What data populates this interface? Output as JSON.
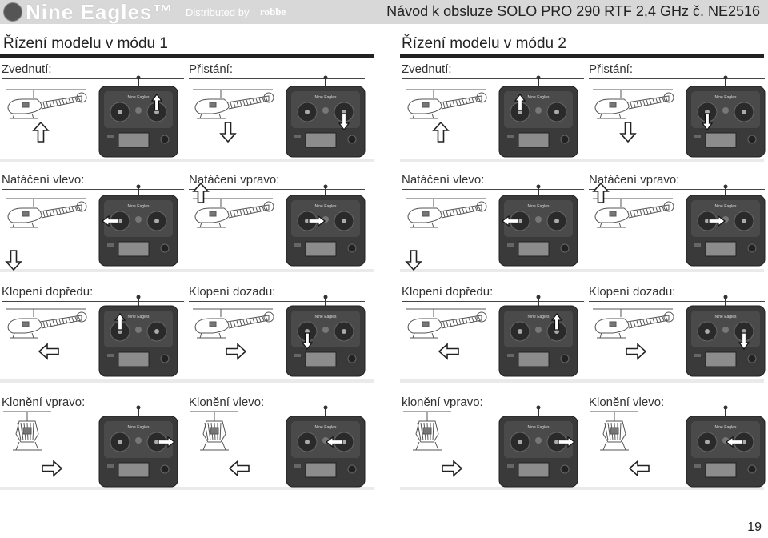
{
  "header": {
    "brand": "Nine Eagles™",
    "distributed": "Distributed by",
    "distributor": "robbe",
    "doc_title": "Návod k obsluze SOLO PRO 290 RTF 2,4 GHz č. NE2516"
  },
  "modes": [
    {
      "title": "Řízení modelu v módu 1"
    },
    {
      "title": "Řízení modelu v módu 2"
    }
  ],
  "transmitter_label": "Nine Eagles",
  "rows": [
    {
      "labels": [
        "Zvednutí:",
        "Přistání:",
        "Zvednutí:",
        "Přistání:"
      ]
    },
    {
      "labels": [
        "Natáčení vlevo:",
        "Natáčení vpravo:",
        "Natáčení vlevo:",
        "Natáčení vpravo:"
      ]
    },
    {
      "labels": [
        "Klopení dopředu:",
        "Klopení dozadu:",
        "Klopení dopředu:",
        "Klopení dozadu:"
      ]
    },
    {
      "labels": [
        "Klonění vpravo:",
        "Klonění vlevo:",
        "klonění vpravo:",
        "Klonění vlevo:"
      ]
    }
  ],
  "stick_inputs": [
    [
      {
        "stick": "right",
        "dir": "up"
      },
      {
        "stick": "right",
        "dir": "down"
      },
      {
        "stick": "left",
        "dir": "up"
      },
      {
        "stick": "left",
        "dir": "down"
      }
    ],
    [
      {
        "stick": "left",
        "dir": "left"
      },
      {
        "stick": "left",
        "dir": "right"
      },
      {
        "stick": "left",
        "dir": "left"
      },
      {
        "stick": "left",
        "dir": "right"
      }
    ],
    [
      {
        "stick": "left",
        "dir": "up"
      },
      {
        "stick": "left",
        "dir": "down"
      },
      {
        "stick": "right",
        "dir": "up"
      },
      {
        "stick": "right",
        "dir": "down"
      }
    ],
    [
      {
        "stick": "right",
        "dir": "right"
      },
      {
        "stick": "right",
        "dir": "left"
      },
      {
        "stick": "right",
        "dir": "right"
      },
      {
        "stick": "right",
        "dir": "left"
      }
    ]
  ],
  "model_motion": [
    [
      "up",
      "down",
      "up",
      "down"
    ],
    [
      "down",
      "up",
      "down",
      "up"
    ],
    [
      "left",
      "right",
      "left",
      "right"
    ],
    [
      "right",
      "left",
      "right",
      "left"
    ]
  ],
  "page_number": "19"
}
